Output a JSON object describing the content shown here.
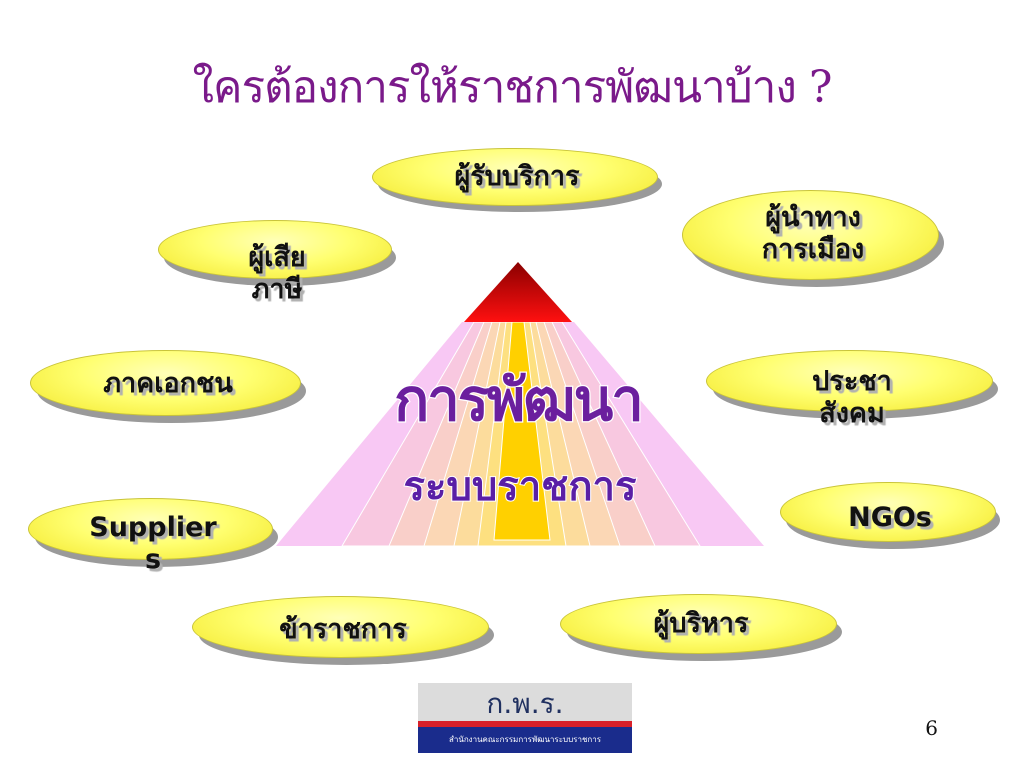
{
  "title": "ใครต้องการให้ราชการพัฒนาบ้าง ?",
  "pyramid": {
    "line1": "การพัฒนา",
    "line2": "ระบบราชการ"
  },
  "stakeholders": [
    {
      "label": "ผู้รับบริการ"
    },
    {
      "label": "ผู้นำทาง\nการเมือง"
    },
    {
      "label": "ผู้เสีย\nภาษี"
    },
    {
      "label": "ภาคเอกชน"
    },
    {
      "label": "ประชา\nสังคม"
    },
    {
      "label": "Supplier\ns"
    },
    {
      "label": "NGOs"
    },
    {
      "label": "ข้าราชการ"
    },
    {
      "label": "ผู้บริหาร"
    }
  ],
  "logo": {
    "name": "ก.พ.ร.",
    "subtitle": "สำนักงานคณะกรรมการพัฒนาระบบราชการ"
  },
  "page_number": "6",
  "colors": {
    "title": "#7a1a8a",
    "oval_fill": "#ffff70",
    "pyramid_apex": "#d40000",
    "pyramid_outer": "#f8c8f4",
    "pyramid_center": "#ffd000",
    "pyramid_text": "#6b1f9e"
  }
}
